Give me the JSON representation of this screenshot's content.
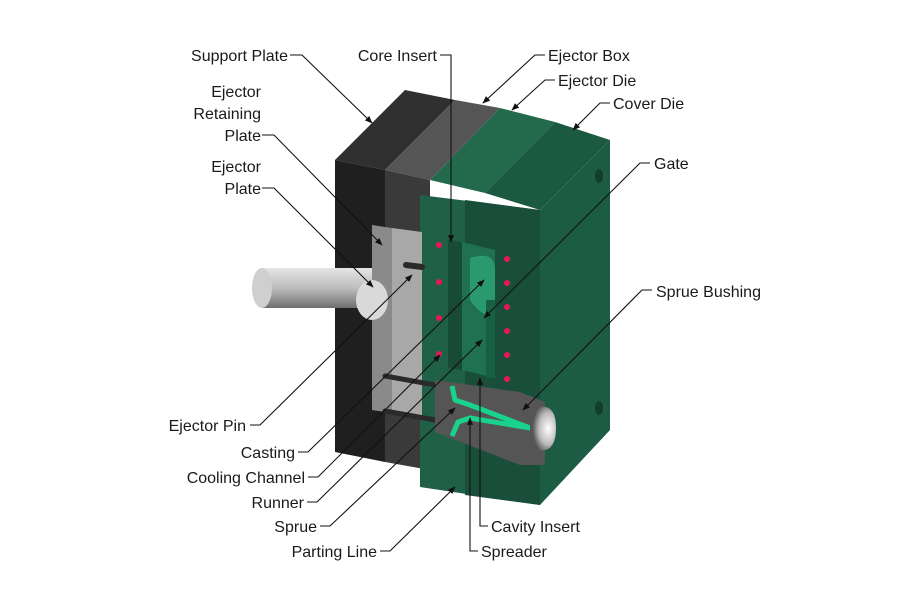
{
  "diagram": {
    "title": "Die casting mold cross-section",
    "colors": {
      "dark_plate": "#262626",
      "mid_plate": "#4a4a4a",
      "ejector_plates": "#8c8c8c",
      "die_green": "#1e5c44",
      "die_green_dark": "#174a37",
      "cavity_light": "#2a9a6e",
      "runner": "#19d38c",
      "cooling_dot": "#e8174f",
      "background": "#ffffff"
    },
    "labels": {
      "support_plate": "Support Plate",
      "core_insert": "Core Insert",
      "ejector_box": "Ejector Box",
      "ejector_die": "Ejector Die",
      "cover_die": "Cover Die",
      "ejector_retaining_plate": [
        "Ejector",
        "Retaining",
        "Plate"
      ],
      "ejector_plate": [
        "Ejector",
        "Plate"
      ],
      "gate": "Gate",
      "sprue_bushing": "Sprue Bushing",
      "ejector_pin": "Ejector Pin",
      "casting": "Casting",
      "cooling_channel": "Cooling Channel",
      "runner": "Runner",
      "sprue": "Sprue",
      "parting_line": "Parting Line",
      "cavity_insert": "Cavity Insert",
      "spreader": "Spreader"
    }
  }
}
